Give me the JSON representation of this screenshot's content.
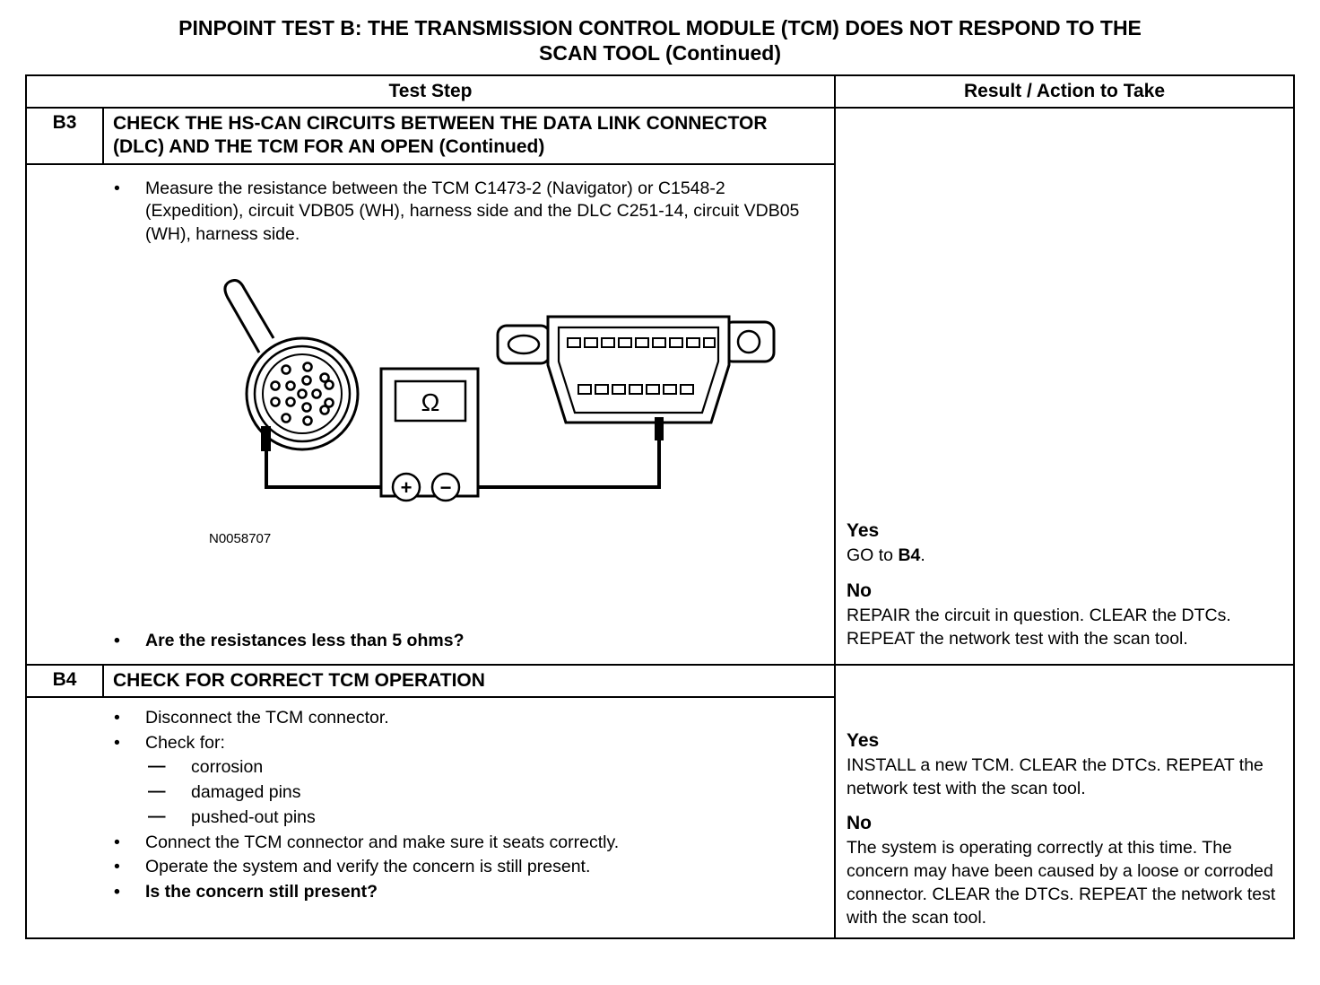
{
  "title": {
    "line1": "PINPOINT TEST  B: THE TRANSMISSION CONTROL MODULE (TCM) DOES NOT RESPOND TO THE",
    "line2": "SCAN TOOL (Continued)"
  },
  "header": {
    "test_step": "Test Step",
    "result_action": "Result / Action to Take"
  },
  "b3": {
    "id": "B3",
    "title": "CHECK THE HS-CAN CIRCUITS BETWEEN THE DATA LINK CONNECTOR (DLC) AND THE TCM FOR AN OPEN (Continued)",
    "step_bullet": "Measure the resistance between the TCM C1473-2 (Navigator) or C1548-2 (Expedition), circuit VDB05 (WH), harness side and the DLC C251-14, circuit VDB05  (WH), harness side.",
    "figure": {
      "caption": "N0058707",
      "ohm_symbol": "Ω",
      "plus_symbol": "+",
      "minus_symbol": "−"
    },
    "question_bullet": "Are the resistances less than 5 ohms?",
    "result": {
      "yes_label": "Yes",
      "yes_action_prefix": "GO to ",
      "yes_action_ref": "B4",
      "yes_action_suffix": ".",
      "no_label": "No",
      "no_action": "REPAIR the circuit in question. CLEAR the DTCs. REPEAT the network test with the scan tool."
    }
  },
  "b4": {
    "id": "B4",
    "title": "CHECK FOR CORRECT TCM OPERATION",
    "bullets": {
      "b1": "Disconnect the TCM connector.",
      "b2": "Check for:",
      "sub1": "corrosion",
      "sub2": "damaged pins",
      "sub3": "pushed-out pins",
      "b3": "Connect the TCM connector and make sure it seats correctly.",
      "b4": "Operate the system and verify the concern is still present.",
      "question": "Is the concern still present?"
    },
    "result": {
      "yes_label": "Yes",
      "yes_action": "INSTALL a new TCM. CLEAR the DTCs. REPEAT the network test with the scan tool.",
      "no_label": "No",
      "no_action": "The system is operating correctly at this time. The concern may have been caused by a loose or corroded connector. CLEAR the DTCs. REPEAT the network test with the scan tool."
    }
  }
}
